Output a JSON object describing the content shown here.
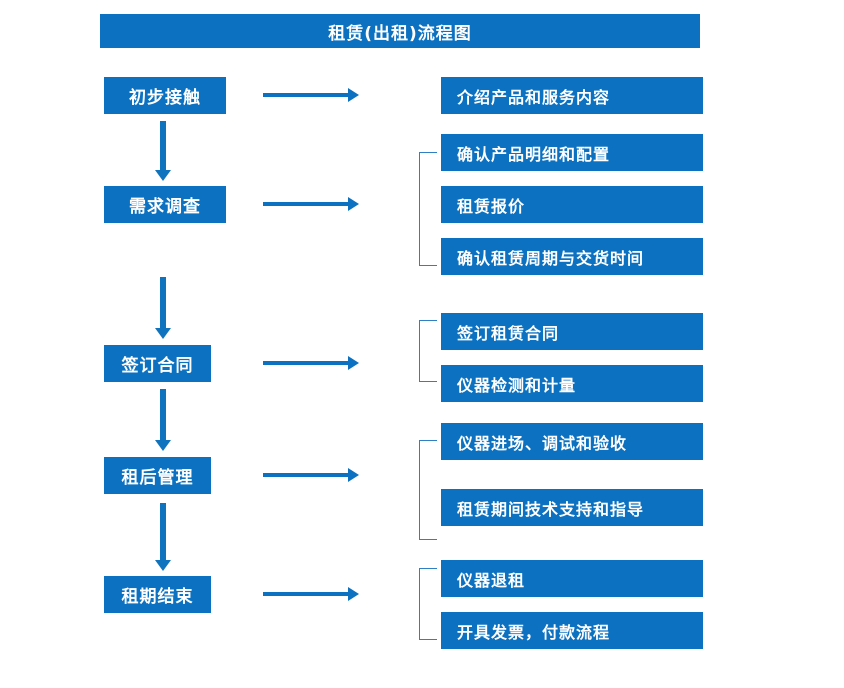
{
  "diagram": {
    "title": "租赁(出租)流程图",
    "accent_color": "#0b71c0",
    "bracket_color": "#2e7fc4",
    "text_color": "#ffffff",
    "background_color": "#ffffff"
  },
  "stages": [
    {
      "label": "初步接触"
    },
    {
      "label": "需求调查"
    },
    {
      "label": "签订合同"
    },
    {
      "label": "租后管理"
    },
    {
      "label": "租期结束"
    }
  ],
  "groups": [
    {
      "stage": "初步接触",
      "has_bracket": false,
      "items": [
        {
          "label": "介绍产品和服务内容"
        }
      ]
    },
    {
      "stage": "需求调查",
      "has_bracket": true,
      "items": [
        {
          "label": "确认产品明细和配置"
        },
        {
          "label": "租赁报价"
        },
        {
          "label": "确认租赁周期与交货时间"
        }
      ]
    },
    {
      "stage": "签订合同",
      "has_bracket": true,
      "items": [
        {
          "label": "签订租赁合同"
        },
        {
          "label": "仪器检测和计量"
        }
      ]
    },
    {
      "stage": "租后管理",
      "has_bracket": true,
      "items": [
        {
          "label": "仪器进场、调试和验收"
        },
        {
          "label": "租赁期间技术支持和指导"
        }
      ]
    },
    {
      "stage": "租期结束",
      "has_bracket": true,
      "items": [
        {
          "label": "仪器退租"
        },
        {
          "label": "开具发票，付款流程"
        }
      ]
    }
  ],
  "chart_data": {
    "type": "diagram",
    "title": "租赁(出租)流程图",
    "flow": [
      {
        "stage": "初步接触",
        "details": [
          "介绍产品和服务内容"
        ]
      },
      {
        "stage": "需求调查",
        "details": [
          "确认产品明细和配置",
          "租赁报价",
          "确认租赁周期与交货时间"
        ]
      },
      {
        "stage": "签订合同",
        "details": [
          "签订租赁合同",
          "仪器检测和计量"
        ]
      },
      {
        "stage": "租后管理",
        "details": [
          "仪器进场、调试和验收",
          "租赁期间技术支持和指导"
        ]
      },
      {
        "stage": "租期结束",
        "details": [
          "仪器退租",
          "开具发票，付款流程"
        ]
      }
    ]
  }
}
